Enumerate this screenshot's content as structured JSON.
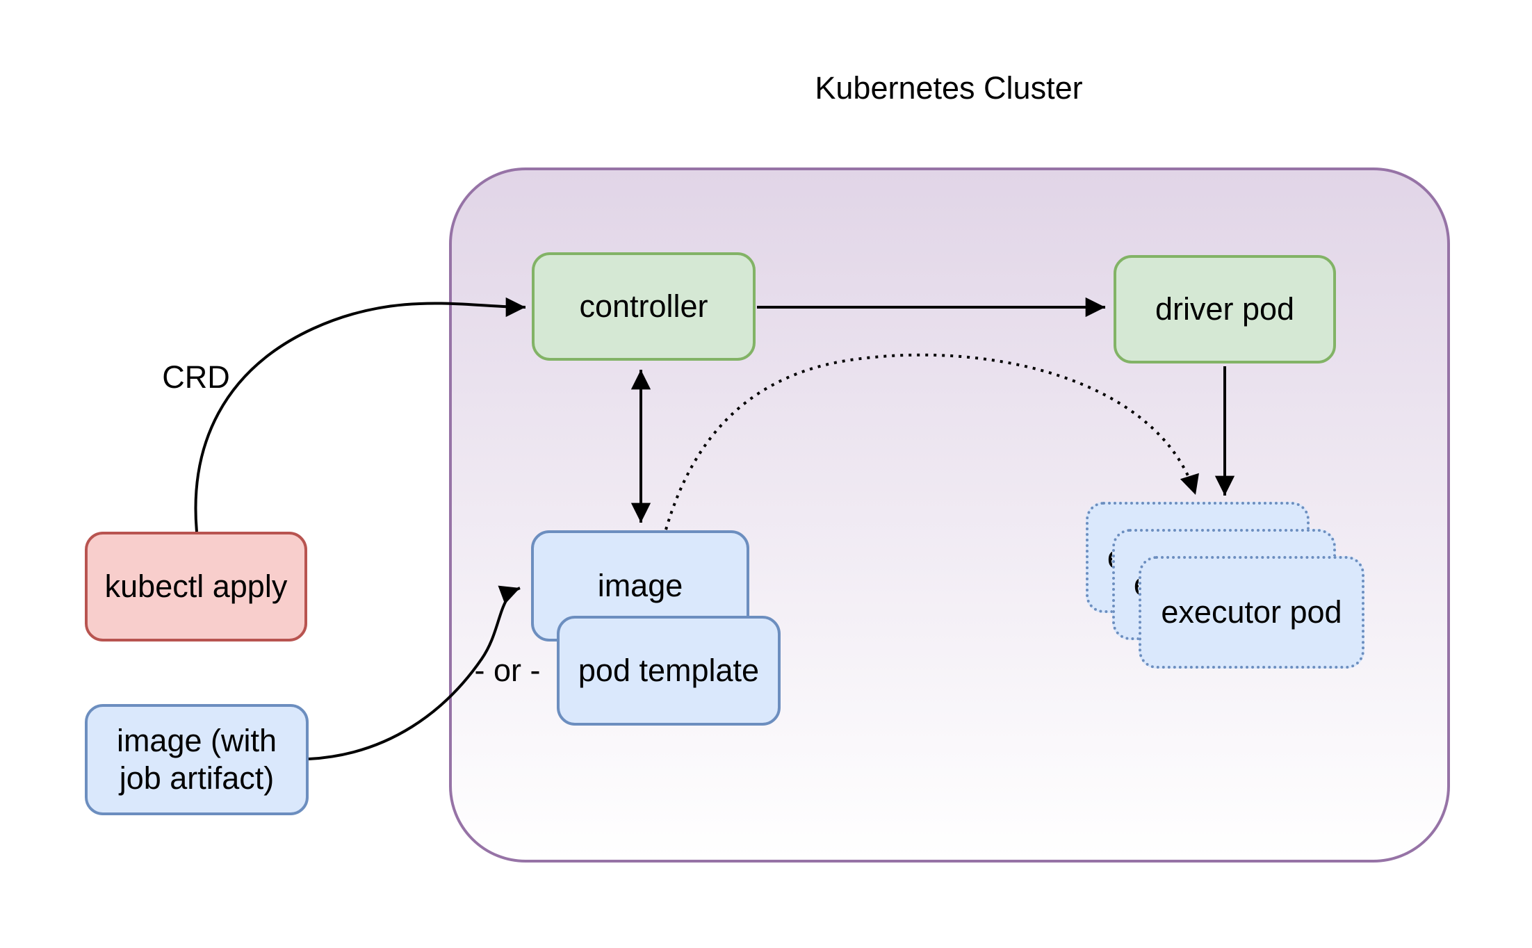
{
  "diagram": {
    "title": "Kubernetes Cluster",
    "nodes": {
      "controller": "controller",
      "driver_pod": "driver pod",
      "image": "image",
      "pod_template": "pod template",
      "kubectl_apply": "kubectl apply",
      "image_with_artifact": "image (with job artifact)",
      "executor_pod": "executor pod"
    },
    "edge_labels": {
      "crd": "CRD",
      "or": "- or -"
    },
    "colors": {
      "cluster_border": "#9673a6",
      "cluster_fill_top": "#e1d5e7",
      "cluster_fill_bottom": "#ffffff",
      "green_fill": "#d5e8d4",
      "green_border": "#82b366",
      "blue_fill": "#dae8fc",
      "blue_border": "#6c8ebf",
      "red_fill": "#f8cecc",
      "red_border": "#b85450",
      "arrow": "#000000"
    }
  }
}
